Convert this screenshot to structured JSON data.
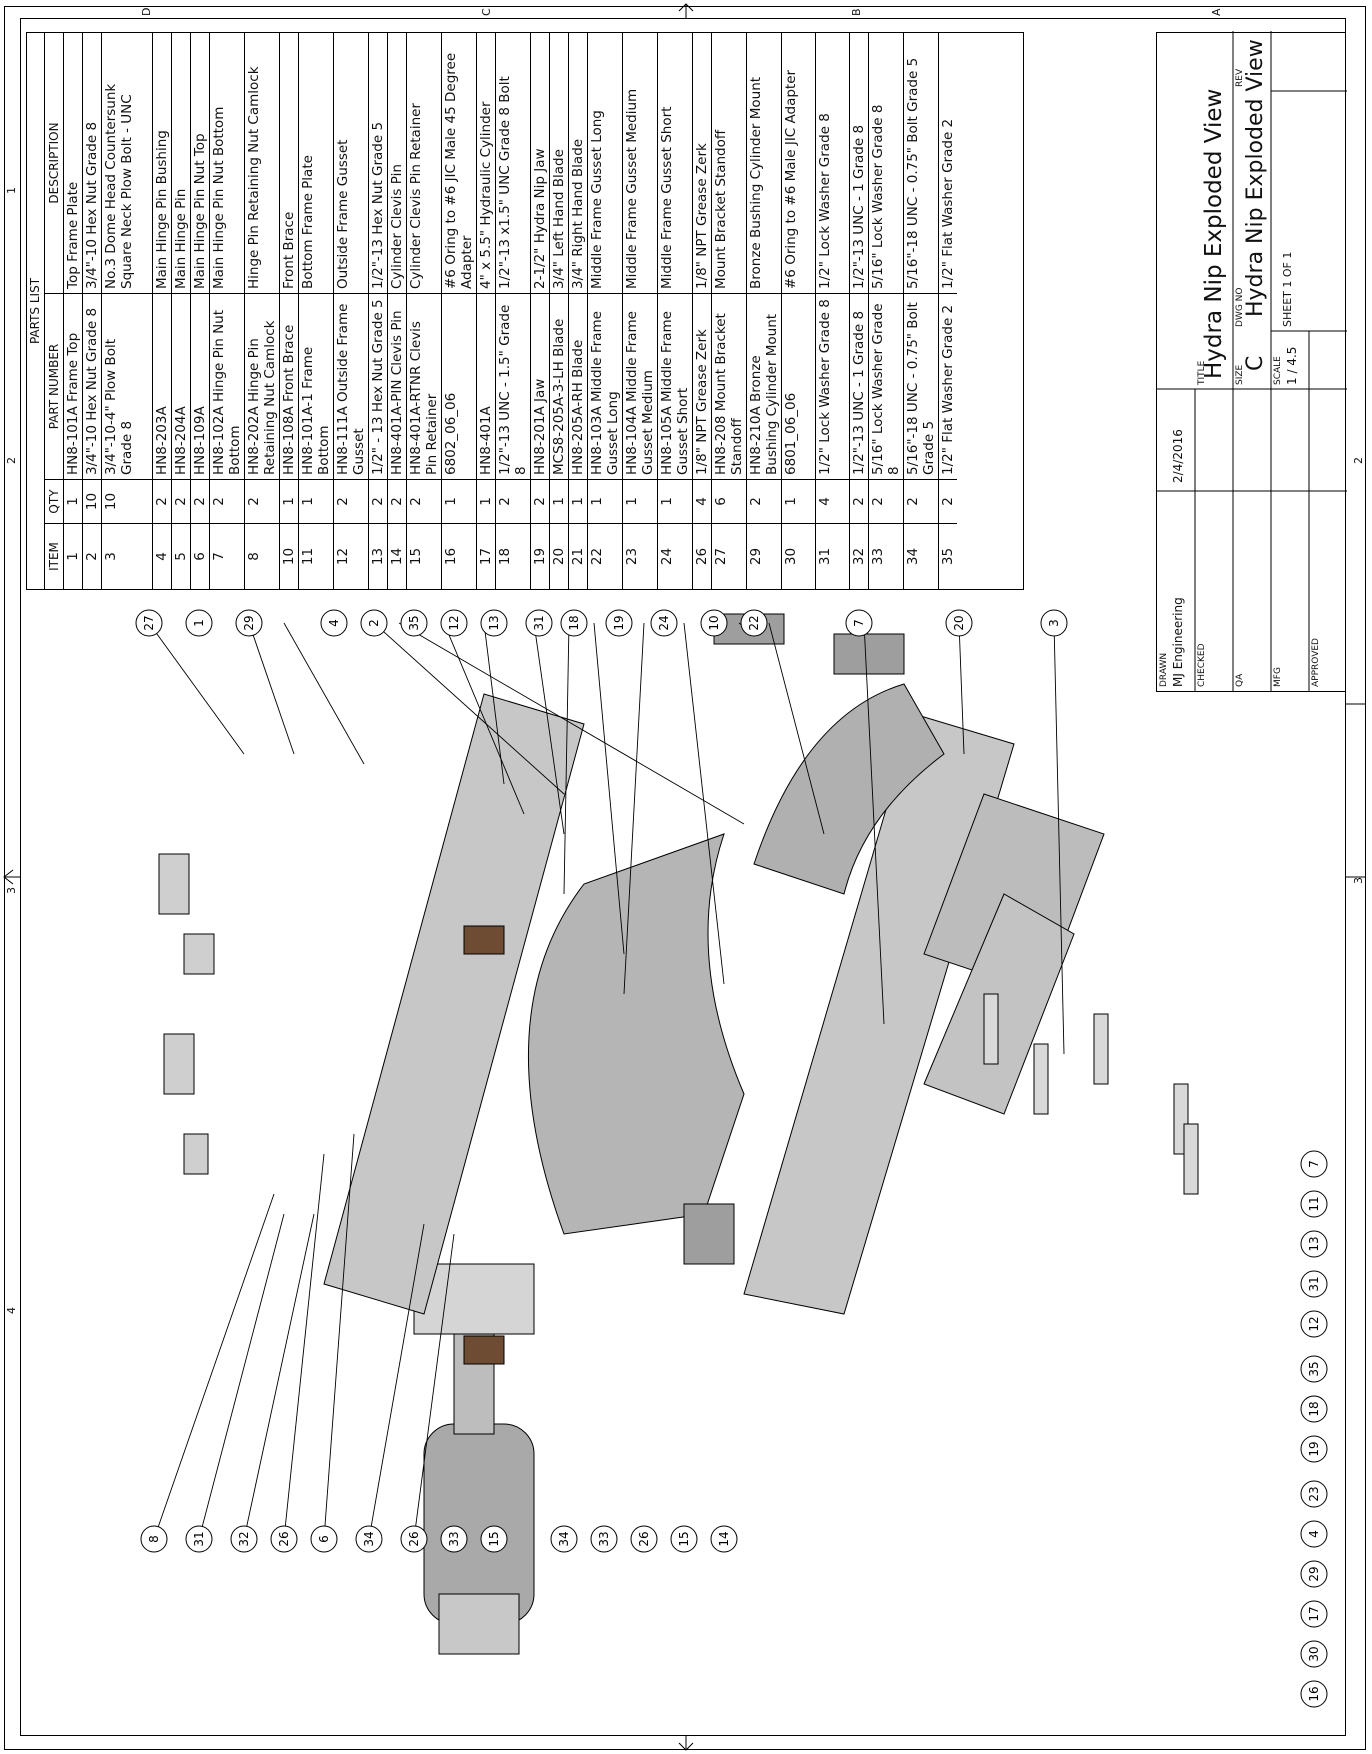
{
  "sheet": {
    "zones_numbers": [
      "4",
      "3",
      "2",
      "1"
    ],
    "zones_letters": [
      "D",
      "C",
      "B",
      "A"
    ]
  },
  "parts_list": {
    "title": "PARTS LIST",
    "headers": {
      "item": "ITEM",
      "qty": "QTY",
      "part_number": "PART NUMBER",
      "description": "DESCRIPTION"
    },
    "rows": [
      {
        "item": "1",
        "qty": "1",
        "part_number": "HN8-101A Frame Top",
        "description": "Top Frame Plate"
      },
      {
        "item": "2",
        "qty": "10",
        "part_number": "3/4\"-10 Hex Nut Grade 8",
        "description": "3/4\"-10 Hex Nut Grade 8"
      },
      {
        "item": "3",
        "qty": "10",
        "part_number": "3/4\"-10-4\" Plow Bolt Grade 8",
        "description": "No.3 Dome Head Countersunk Square Neck Plow Bolt - UNC"
      },
      {
        "item": "4",
        "qty": "2",
        "part_number": "HN8-203A",
        "description": "Main Hinge Pin Bushing"
      },
      {
        "item": "5",
        "qty": "2",
        "part_number": "HN8-204A",
        "description": "Main Hinge Pin"
      },
      {
        "item": "6",
        "qty": "2",
        "part_number": "HN8-109A",
        "description": "Main Hinge Pin Nut Top"
      },
      {
        "item": "7",
        "qty": "2",
        "part_number": "HN8-102A Hinge Pin Nut Bottom",
        "description": "Main Hinge Pin Nut Bottom"
      },
      {
        "item": "8",
        "qty": "2",
        "part_number": "HN8-202A Hinge Pin Retaining Nut Camlock",
        "description": "Hinge Pin Retaining Nut Camlock"
      },
      {
        "item": "10",
        "qty": "1",
        "part_number": "HN8-108A Front Brace",
        "description": "Front Brace"
      },
      {
        "item": "11",
        "qty": "1",
        "part_number": "HN8-101A-1 Frame Bottom",
        "description": "Bottom Frame Plate"
      },
      {
        "item": "12",
        "qty": "2",
        "part_number": "HN8-111A Outside Frame Gusset",
        "description": "Outside Frame Gusset"
      },
      {
        "item": "13",
        "qty": "2",
        "part_number": "1/2\" - 13 Hex Nut Grade 5",
        "description": "1/2\"-13 Hex Nut Grade 5"
      },
      {
        "item": "14",
        "qty": "2",
        "part_number": "HN8-401A-PIN Clevis Pin",
        "description": "Cylinder Clevis Pin"
      },
      {
        "item": "15",
        "qty": "2",
        "part_number": "HN8-401A-RTNR Clevis Pin Retainer",
        "description": "Cylinder Clevis Pin Retainer"
      },
      {
        "item": "16",
        "qty": "1",
        "part_number": "6802_06_06",
        "description": "#6 Oring to #6 JIC Male 45 Degree Adapter"
      },
      {
        "item": "17",
        "qty": "1",
        "part_number": "HN8-401A",
        "description": "4\" x 5.5\" Hydraulic Cylinder"
      },
      {
        "item": "18",
        "qty": "2",
        "part_number": "1/2\"-13 UNC - 1.5\" Grade 8",
        "description": "1/2\"-13  x1.5\" UNC Grade 8 Bolt"
      },
      {
        "item": "19",
        "qty": "2",
        "part_number": "HN8-201A Jaw",
        "description": "2-1/2\" Hydra Nip Jaw"
      },
      {
        "item": "20",
        "qty": "1",
        "part_number": "MCS8-205A-3-LH Blade",
        "description": "3/4\" Left Hand Blade"
      },
      {
        "item": "21",
        "qty": "1",
        "part_number": "HN8-205A-RH Blade",
        "description": "3/4\" Right Hand Blade"
      },
      {
        "item": "22",
        "qty": "1",
        "part_number": "HN8-103A Middle Frame Gusset Long",
        "description": "Middle Frame Gusset Long"
      },
      {
        "item": "23",
        "qty": "1",
        "part_number": "HN8-104A Middle Frame Gusset Medium",
        "description": "Middle Frame Gusset Medium"
      },
      {
        "item": "24",
        "qty": "1",
        "part_number": "HN8-105A Middle Frame Gusset Short",
        "description": "Middle Frame Gusset Short"
      },
      {
        "item": "26",
        "qty": "4",
        "part_number": "1/8\" NPT Grease Zerk",
        "description": "1/8\" NPT Grease Zerk"
      },
      {
        "item": "27",
        "qty": "6",
        "part_number": "HN8-208 Mount Bracket Standoff",
        "description": "Mount Bracket Standoff"
      },
      {
        "item": "29",
        "qty": "2",
        "part_number": "HN8-210A Bronze Bushing Cylinder Mount",
        "description": "Bronze Bushing Cylinder Mount"
      },
      {
        "item": "30",
        "qty": "1",
        "part_number": "6801_06_06",
        "description": "#6 Oring to #6 Male JIC Adapter"
      },
      {
        "item": "31",
        "qty": "4",
        "part_number": "1/2\" Lock Washer Grade 8",
        "description": "1/2\" Lock Washer Grade 8"
      },
      {
        "item": "32",
        "qty": "2",
        "part_number": "1/2\"-13 UNC - 1 Grade 8",
        "description": "1/2\"-13 UNC - 1 Grade 8"
      },
      {
        "item": "33",
        "qty": "2",
        "part_number": "5/16\" Lock Washer Grade 8",
        "description": "5/16\" Lock Washer Grade 8"
      },
      {
        "item": "34",
        "qty": "2",
        "part_number": "5/16\"-18 UNC - 0.75\" Bolt Grade 5",
        "description": "5/16\"-18 UNC - 0.75\" Bolt Grade 5"
      },
      {
        "item": "35",
        "qty": "2",
        "part_number": "1/2\" Flat Washer Grade 2",
        "description": "1/2\" Flat Washer Grade 2"
      }
    ]
  },
  "title_block": {
    "drawn_label": "DRAWN",
    "drawn_by": "MJ Engineering",
    "date": "2/4/2016",
    "checked_label": "CHECKED",
    "qa_label": "QA",
    "mfg_label": "MFG",
    "approved_label": "APPROVED",
    "title_label": "TITLE",
    "title": "Hydra Nip Exploded View",
    "size_label": "SIZE",
    "size": "C",
    "dwg_no_label": "DWG NO",
    "dwg_no": "Hydra Nip Exploded View",
    "rev_label": "REV",
    "scale_label": "SCALE",
    "scale": "1 / 4.5",
    "sheet": "SHEET 1  OF 1"
  },
  "balloons": {
    "top_row": [
      "27",
      "1",
      "29",
      "4",
      "2",
      "35",
      "12",
      "13",
      "31",
      "18",
      "19",
      "24",
      "10",
      "22",
      "7",
      "20",
      "3"
    ],
    "left_col": [
      "8",
      "31",
      "32",
      "26",
      "6",
      "34",
      "26",
      "33",
      "15",
      "34",
      "33",
      "26",
      "15",
      "14"
    ],
    "bottom_row": [
      "16",
      "30",
      "17",
      "29",
      "4",
      "23",
      "19",
      "18",
      "35",
      "12",
      "31",
      "13",
      "11",
      "7"
    ]
  }
}
